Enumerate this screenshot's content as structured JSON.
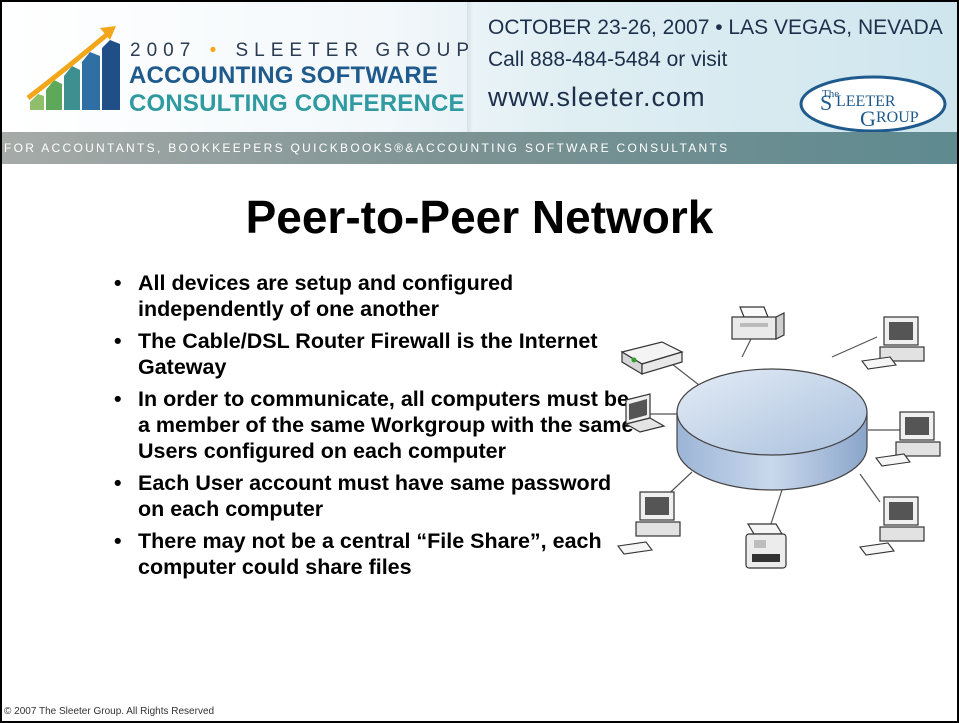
{
  "banner": {
    "year": "2007",
    "separator": "•",
    "organizer": "SLEETER GROUP",
    "title_line1": "ACCOUNTING SOFTWARE",
    "title_line2": "CONSULTING CONFERENCE",
    "event_date": "OCTOBER 23-26, 2007 • LAS VEGAS, NEVADA",
    "call_text": "Call 888-484-5484 or visit",
    "website": "www.sleeter.com",
    "badge_text": "The SLEETER GROUP",
    "tagline": "FOR ACCOUNTANTS, BOOKKEEPERS QUICKBOOKS®&ACCOUNTING SOFTWARE CONSULTANTS"
  },
  "slide": {
    "title": "Peer-to-Peer Network",
    "bullet_symbol": "•",
    "bullets": [
      "All devices are setup and configured independently of one another",
      "The Cable/DSL Router Firewall is the Internet Gateway",
      "In order to communicate, all computers must be a member of the same Workgroup with the same Users configured on each computer",
      "Each User account must have same password on each computer",
      "There may not be a central “File Share”, each computer could share files"
    ]
  },
  "diagram": {
    "center": "network-hub",
    "devices": [
      "router",
      "printer",
      "desktop-computer",
      "laptop",
      "desktop-computer",
      "desktop-computer",
      "fax-machine",
      "desktop-computer"
    ]
  },
  "colors": {
    "brand_blue": "#1f5a8c",
    "brand_teal": "#2f9aa0",
    "accent_orange": "#f2a71b",
    "hub_blue": "#a9c0dd"
  },
  "footer": {
    "copyright": "© 2007 The Sleeter Group. All Rights Reserved"
  }
}
